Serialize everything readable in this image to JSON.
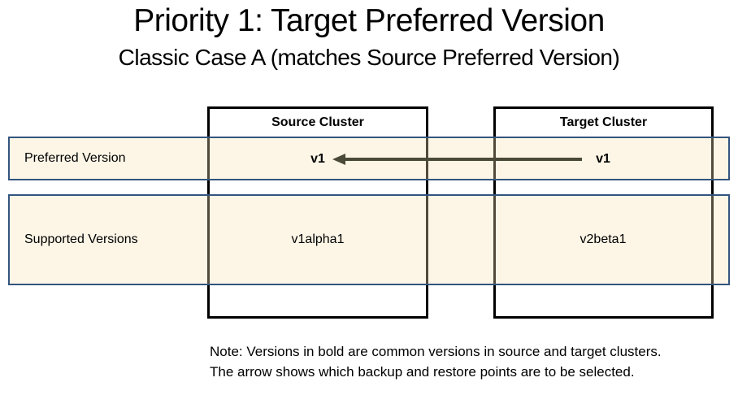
{
  "title": "Priority 1: Target Preferred Version",
  "subtitle": "Classic Case A (matches Source Preferred Version)",
  "rows": [
    {
      "label": "Preferred Version"
    },
    {
      "label": "Supported Versions"
    }
  ],
  "clusters": [
    {
      "name": "Source Cluster",
      "preferred_version": "v1",
      "supported_versions": "v1alpha1"
    },
    {
      "name": "Target Cluster",
      "preferred_version": "v1",
      "supported_versions": "v2beta1"
    }
  ],
  "arrow": {
    "meaning": "arrow-from-target-preferred-to-source-preferred",
    "direction": "left"
  },
  "note": {
    "line1": "Note: Versions in bold are common versions in source and target clusters.",
    "line2": "The arrow shows which backup and restore points are to be selected."
  },
  "colors": {
    "box_border": "#000000",
    "band_border": "#33557F",
    "band_fill": "rgba(249,228,182,0.33)",
    "arrow": "#4B4937",
    "text": "#000000",
    "background": "#FFFFFF"
  }
}
